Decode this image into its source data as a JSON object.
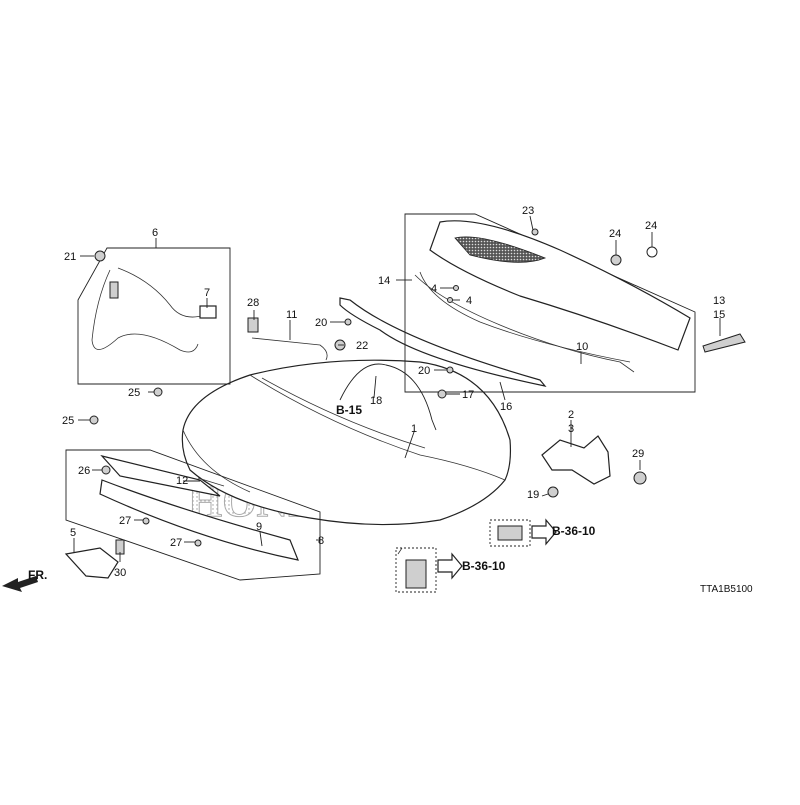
{
  "diagram_code": "TTA1B5100",
  "watermark": "HONDA",
  "direction_label": "FR.",
  "refs": {
    "b15": "B-15",
    "b3610_a": "B-36-10",
    "b3610_b": "B-36-10"
  },
  "callouts": [
    {
      "id": "p1",
      "text": "1"
    },
    {
      "id": "p2",
      "text": "2"
    },
    {
      "id": "p3",
      "text": "3"
    },
    {
      "id": "p4a",
      "text": "4"
    },
    {
      "id": "p4b",
      "text": "4"
    },
    {
      "id": "p5",
      "text": "5"
    },
    {
      "id": "p6",
      "text": "6"
    },
    {
      "id": "p7",
      "text": "7"
    },
    {
      "id": "p8",
      "text": "8"
    },
    {
      "id": "p9",
      "text": "9"
    },
    {
      "id": "p10",
      "text": "10"
    },
    {
      "id": "p11",
      "text": "11"
    },
    {
      "id": "p12",
      "text": "12"
    },
    {
      "id": "p13",
      "text": "13"
    },
    {
      "id": "p14",
      "text": "14"
    },
    {
      "id": "p15",
      "text": "15"
    },
    {
      "id": "p16",
      "text": "16"
    },
    {
      "id": "p17",
      "text": "17"
    },
    {
      "id": "p18",
      "text": "18"
    },
    {
      "id": "p19",
      "text": "19"
    },
    {
      "id": "p20a",
      "text": "20"
    },
    {
      "id": "p20b",
      "text": "20"
    },
    {
      "id": "p21",
      "text": "21"
    },
    {
      "id": "p22",
      "text": "22"
    },
    {
      "id": "p23",
      "text": "23"
    },
    {
      "id": "p24a",
      "text": "24"
    },
    {
      "id": "p24b",
      "text": "24"
    },
    {
      "id": "p25a",
      "text": "25"
    },
    {
      "id": "p25b",
      "text": "25"
    },
    {
      "id": "p26",
      "text": "26"
    },
    {
      "id": "p27a",
      "text": "27"
    },
    {
      "id": "p27b",
      "text": "27"
    },
    {
      "id": "p28",
      "text": "28"
    },
    {
      "id": "p29",
      "text": "29"
    },
    {
      "id": "p30",
      "text": "30"
    }
  ]
}
